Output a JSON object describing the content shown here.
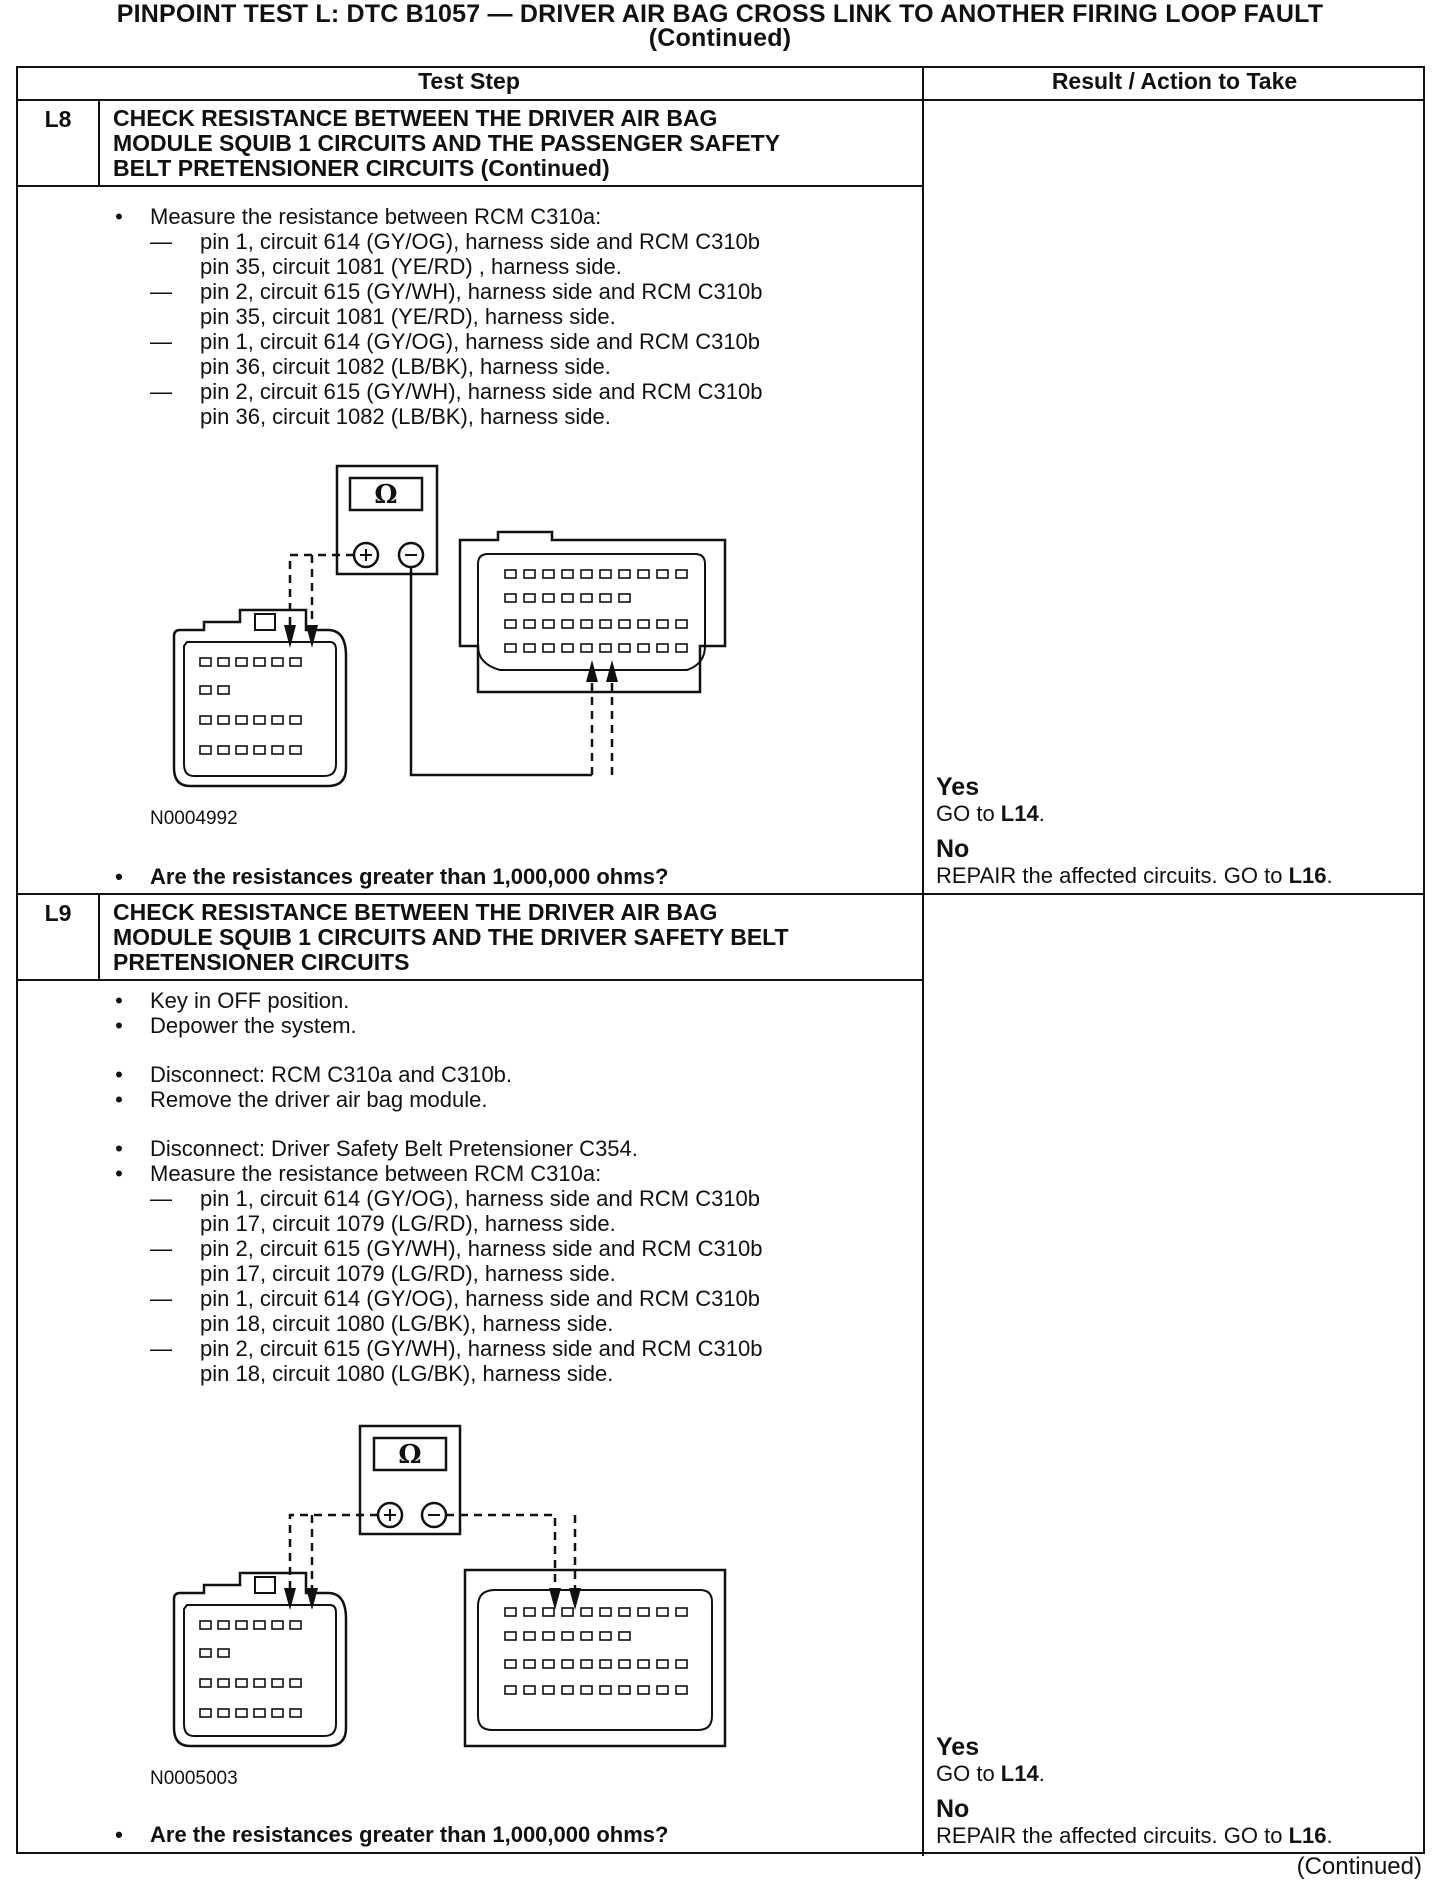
{
  "title": {
    "line1": "PINPOINT TEST  L: DTC B1057 — DRIVER AIR BAG CROSS LINK TO ANOTHER FIRING LOOP FAULT",
    "line2": "(Continued)"
  },
  "columns": {
    "step": "Test Step",
    "result": "Result / Action to Take"
  },
  "steps": [
    {
      "id": "L8",
      "title_lines": [
        "CHECK RESISTANCE BETWEEN THE DRIVER AIR BAG",
        "MODULE SQUIB 1 CIRCUITS AND THE PASSENGER SAFETY",
        "BELT PRETENSIONER CIRCUITS (Continued)"
      ],
      "measure_intro": "Measure the resistance between RCM C310a:",
      "measure_items": [
        [
          "pin 1, circuit 614 (GY/OG), harness side and RCM C310b",
          "pin 35, circuit 1081 (YE/RD) , harness side."
        ],
        [
          "pin 2, circuit 615 (GY/WH), harness side and RCM C310b",
          "pin 35, circuit 1081 (YE/RD), harness side."
        ],
        [
          "pin 1, circuit 614 (GY/OG), harness side and RCM C310b",
          "pin 36, circuit 1082 (LB/BK), harness side."
        ],
        [
          "pin 2, circuit 615 (GY/WH), harness side and RCM C310b",
          "pin 36, circuit 1082 (LB/BK), harness side."
        ]
      ],
      "figure_id": "N0004992",
      "meter_symbol": "Ω",
      "question": "Are the resistances greater than 1,000,000 ohms?",
      "result": {
        "yes_label": "Yes",
        "yes_action_prefix": "GO to ",
        "yes_action_target": "L14",
        "yes_action_suffix": ".",
        "no_label": "No",
        "no_action_prefix": "REPAIR the affected circuits. GO to ",
        "no_action_target": "L16",
        "no_action_suffix": "."
      }
    },
    {
      "id": "L9",
      "title_lines": [
        "CHECK RESISTANCE BETWEEN THE DRIVER AIR BAG",
        "MODULE SQUIB 1 CIRCUITS AND THE DRIVER SAFETY BELT",
        "PRETENSIONER CIRCUITS"
      ],
      "actions": [
        "Key in OFF position.",
        "Depower the system.",
        "Disconnect: RCM C310a and C310b.",
        "Remove the driver air bag module.",
        "Disconnect: Driver Safety Belt Pretensioner C354."
      ],
      "measure_intro": "Measure the resistance between RCM C310a:",
      "measure_items": [
        [
          "pin 1, circuit 614 (GY/OG), harness side and RCM C310b",
          "pin 17, circuit 1079 (LG/RD), harness side."
        ],
        [
          "pin 2, circuit 615 (GY/WH), harness side and RCM C310b",
          "pin 17, circuit 1079 (LG/RD), harness side."
        ],
        [
          "pin 1, circuit 614 (GY/OG), harness side and RCM C310b",
          "pin 18, circuit 1080 (LG/BK), harness side."
        ],
        [
          "pin 2, circuit 615 (GY/WH), harness side and RCM C310b",
          "pin 18, circuit 1080 (LG/BK), harness side."
        ]
      ],
      "figure_id": "N0005003",
      "meter_symbol": "Ω",
      "question": "Are the resistances greater than 1,000,000 ohms?",
      "result": {
        "yes_label": "Yes",
        "yes_action_prefix": "GO to ",
        "yes_action_target": "L14",
        "yes_action_suffix": ".",
        "no_label": "No",
        "no_action_prefix": "REPAIR the affected circuits. GO to ",
        "no_action_target": "L16",
        "no_action_suffix": "."
      }
    }
  ],
  "bullet_symbol": "•",
  "dash_symbol": "—",
  "footer": "(Continued)"
}
